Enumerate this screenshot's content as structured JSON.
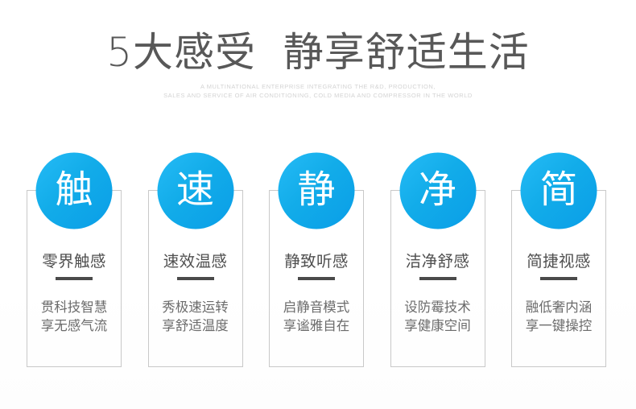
{
  "header": {
    "headline": "5大感受  静享舒适生活",
    "subtitle_line1": "A MULTINATIONAL ENTERPRISE INTEGRATING THE R&D, PRODUCTION,",
    "subtitle_line2": "SALES AND SERVICE OF AIR CONDITIONING, COLD MEDIA AND COMPRESSOR IN THE WORLD"
  },
  "colors": {
    "badge_light": "#25bbf6",
    "badge_dark": "#0a9ee8",
    "headline_text": "#585858",
    "card_border": "#c9c9c9",
    "title_text": "#4f4f4f",
    "desc_text": "#6b6b6b",
    "divider": "#4a4a4a",
    "subtitle_text": "#d3d3d3",
    "background": "#ffffff"
  },
  "cards": [
    {
      "badge": "触",
      "title": "零界触感",
      "desc_line1": "贯科技智慧",
      "desc_line2": "享无感气流"
    },
    {
      "badge": "速",
      "title": "速效温感",
      "desc_line1": "秀极速运转",
      "desc_line2": "享舒适温度"
    },
    {
      "badge": "静",
      "title": "静致听感",
      "desc_line1": "启静音模式",
      "desc_line2": "享谧雅自在"
    },
    {
      "badge": "净",
      "title": "洁净舒感",
      "desc_line1": "设防霉技术",
      "desc_line2": "享健康空间"
    },
    {
      "badge": "简",
      "title": "简捷视感",
      "desc_line1": "融低奢内涵",
      "desc_line2": "享一键操控"
    }
  ]
}
